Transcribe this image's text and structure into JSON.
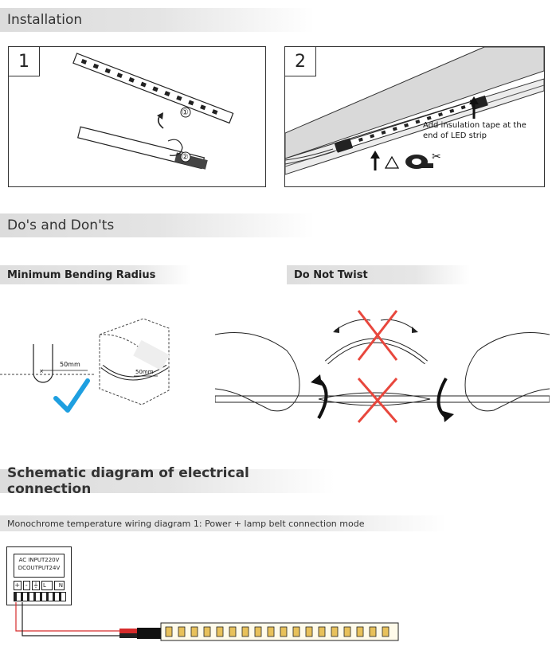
{
  "sections": {
    "installation": "Installation",
    "dos_donts": "Do's and Don'ts",
    "schematic": "Schematic diagram of electrical connection"
  },
  "install": {
    "step1": "1",
    "step2": "2",
    "marker1": "①",
    "marker2": "②",
    "tape_note_line1": "Add insulation tape at the",
    "tape_note_line2": "end of LED strip"
  },
  "bending": {
    "title": "Minimum Bending Radius",
    "radius_label_a": "50mm",
    "radius_label_b": "50mm"
  },
  "twist": {
    "title": "Do Not Twist"
  },
  "wiring": {
    "subtitle": "Monochrome temperature wiring diagram 1: Power + lamp belt connection mode",
    "ac_input": "AC INPUT220V",
    "dc_output": "DCOUTPUT24V",
    "terminals": [
      "+",
      "-",
      "⏚",
      "L",
      "N"
    ]
  },
  "colors": {
    "check": "#1e9fe0",
    "cross": "#e8473d",
    "led": "#e8c15a",
    "wire_red": "#d62b2b"
  }
}
